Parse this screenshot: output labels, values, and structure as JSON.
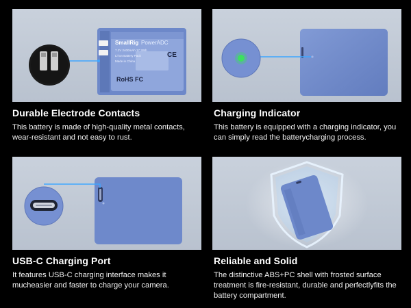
{
  "features": [
    {
      "title": "Durable Electrode Contacts",
      "body": "This battery is made of high-quality metal contacts, wear-resistant and not easy to rust.",
      "label": {
        "brand": "SmallRig",
        "model": "PowerADC",
        "ce": "CE",
        "rohs": "RoHS FC",
        "lines": [
          "7.2V 2400mAh 17.3Wh",
          "Li-ion Battery Pack",
          "Made in China"
        ]
      }
    },
    {
      "title": "Charging Indicator",
      "body": "This battery is equipped with a charging indicator, you can simply read the batterycharging process."
    },
    {
      "title": "USB-C Charging Port",
      "body": "It features USB-C charging interface makes it mucheasier and faster to charge your camera."
    },
    {
      "title": "Reliable and Solid",
      "body": "The distinctive ABS+PC shell with frosted surface treatment is fire-resistant, durable and perfectlyfits the battery compartment."
    }
  ],
  "colors": {
    "panel_bg": "#c1c9d5",
    "battery_blue": "#7089cc",
    "indicator_green": "#3de060",
    "callout_line": "#3ea6ff"
  }
}
